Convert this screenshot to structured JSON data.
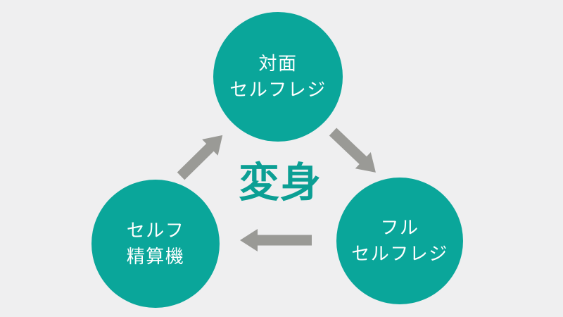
{
  "diagram": {
    "title_hint": "self-checkout transformation cycle",
    "center_label": "変身",
    "nodes": {
      "top": {
        "line1": "対面",
        "line2": "セルフレジ"
      },
      "bottom_right": {
        "line1": "フル",
        "line2": "セルフレジ"
      },
      "bottom_left": {
        "line1": "セルフ",
        "line2": "精算機"
      }
    },
    "icons": {
      "arrow_bottom_left_to_top": "arrow-up-right-icon",
      "arrow_top_to_bottom_right": "arrow-down-right-icon",
      "arrow_bottom_right_to_bottom_left": "arrow-left-icon"
    },
    "colors": {
      "background": "#efeff0",
      "node_fill": "#0aa69a",
      "node_text": "#ffffff",
      "arrow_fill": "#9a9a96",
      "center_text": "#0b9f94"
    }
  }
}
